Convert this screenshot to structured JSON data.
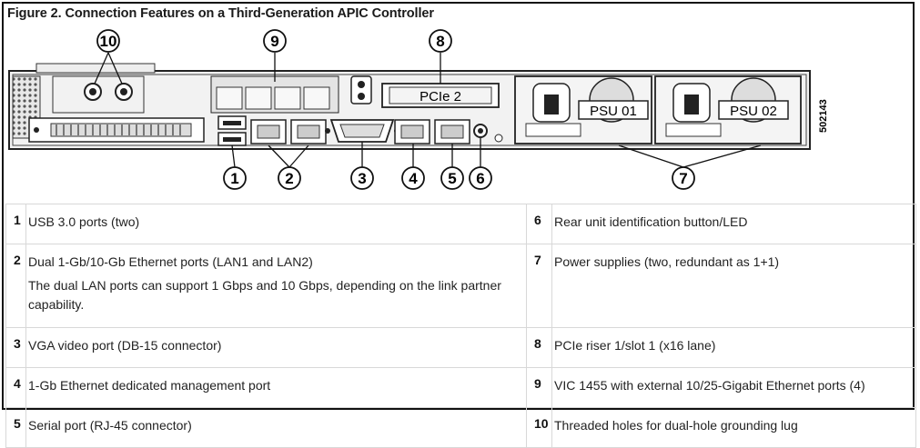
{
  "figure_title": "Figure 2. Connection Features on a Third-Generation APIC Controller",
  "diagram": {
    "pcie_label": "PCIe 2",
    "psu1_label": "PSU 01",
    "psu2_label": "PSU 02",
    "part_code": "502143",
    "callouts": [
      "1",
      "2",
      "3",
      "4",
      "5",
      "6",
      "7",
      "8",
      "9",
      "10"
    ]
  },
  "table": {
    "left": [
      {
        "num": "1",
        "desc": "USB 3.0 ports (two)"
      },
      {
        "num": "2",
        "desc": "Dual 1-Gb/10-Gb Ethernet ports (LAN1 and LAN2)",
        "sub": "The dual LAN ports can support 1 Gbps and 10 Gbps, depending on the link partner capability."
      },
      {
        "num": "3",
        "desc": "VGA video port (DB-15 connector)"
      },
      {
        "num": "4",
        "desc": "1-Gb Ethernet dedicated management port"
      },
      {
        "num": "5",
        "desc": "Serial port (RJ-45 connector)"
      }
    ],
    "right": [
      {
        "num": "6",
        "desc": "Rear unit identification button/LED"
      },
      {
        "num": "7",
        "desc": "Power supplies (two, redundant as 1+1)"
      },
      {
        "num": "8",
        "desc": "PCIe riser 1/slot 1 (x16 lane)"
      },
      {
        "num": "9",
        "desc": "VIC 1455 with external 10/25-Gigabit Ethernet ports (4)"
      },
      {
        "num": "10",
        "desc": "Threaded holes for dual-hole grounding lug"
      }
    ]
  }
}
